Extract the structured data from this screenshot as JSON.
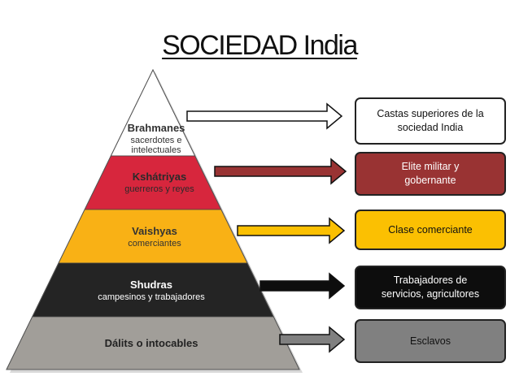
{
  "title": "SOCIEDAD India",
  "levels": [
    {
      "name": "Brahmanes",
      "subtitle_lines": [
        "sacerdotes e",
        "intelectuales"
      ],
      "color": "#ffffff",
      "text_color": "#333333"
    },
    {
      "name": "Kshátriyas",
      "subtitle_lines": [
        "guerreros  y reyes"
      ],
      "color": "#d7263d",
      "text_color": "#2a2a2a"
    },
    {
      "name": "Vaishyas",
      "subtitle_lines": [
        "comerciantes"
      ],
      "color": "#f9b115",
      "text_color": "#333333"
    },
    {
      "name": "Shudras",
      "subtitle_lines": [
        "campesinos  y trabajadores"
      ],
      "color": "#242424",
      "text_color": "#ffffff"
    },
    {
      "name": "Dálits o intocables",
      "subtitle_lines": [],
      "color": "#a19e99",
      "text_color": "#222222"
    }
  ],
  "boxes": [
    {
      "lines": [
        "Castas superiores de la",
        "sociedad India"
      ],
      "color": "#ffffff",
      "text_color": "#111111",
      "arrow_color": "#ffffff"
    },
    {
      "lines": [
        "Elite militar y",
        "gobernante"
      ],
      "color": "#993333",
      "text_color": "#ffffff",
      "arrow_color": "#993333"
    },
    {
      "lines": [
        "Clase comerciante"
      ],
      "color": "#fbc002",
      "text_color": "#111111",
      "arrow_color": "#fbc002"
    },
    {
      "lines": [
        "Trabajadores de",
        "servicios, agricultores"
      ],
      "color": "#0d0d0d",
      "text_color": "#ffffff",
      "arrow_color": "#0d0d0d"
    },
    {
      "lines": [
        "Esclavos"
      ],
      "color": "#808080",
      "text_color": "#111111",
      "arrow_color": "#808080"
    }
  ]
}
